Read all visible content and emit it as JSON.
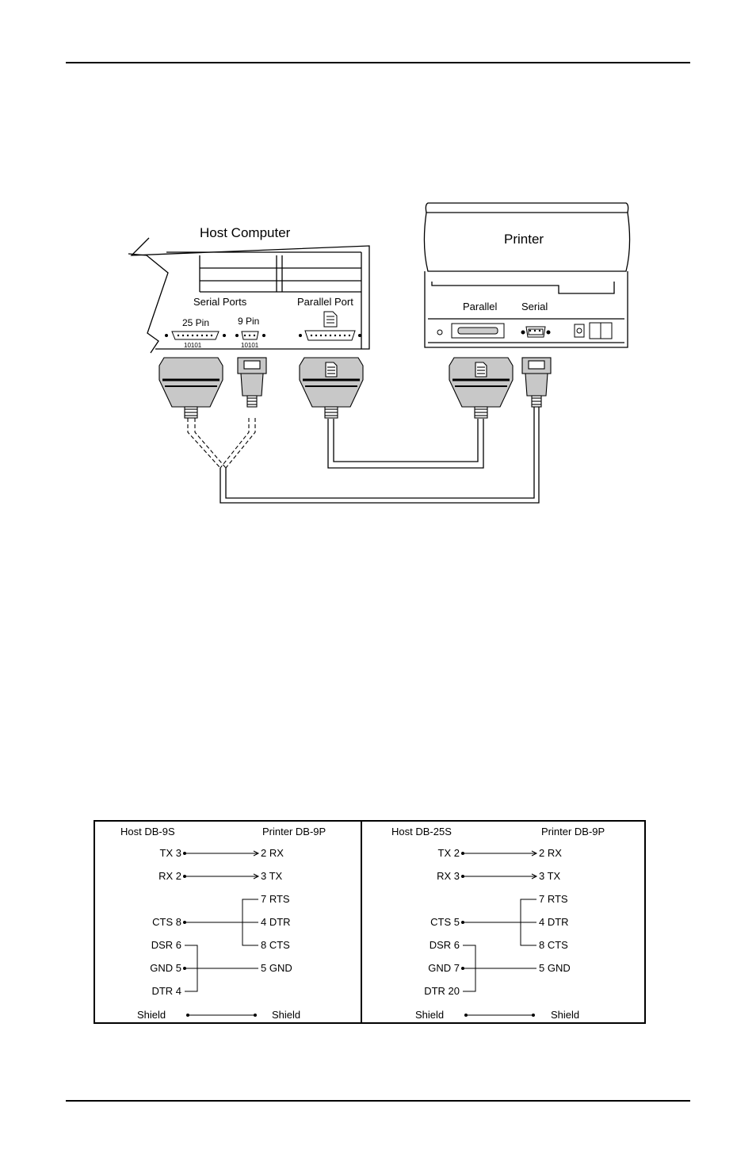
{
  "diagram": {
    "host_title": "Host Computer",
    "serial_ports_label": "Serial Ports",
    "pin25_label": "25 Pin",
    "pin9_label": "9 Pin",
    "pin25_code": "10101",
    "pin9_code": "10101",
    "parallel_port_label": "Parallel Port",
    "printer_title": "Printer",
    "printer_parallel_label": "Parallel",
    "printer_serial_label": "Serial"
  },
  "pinout": {
    "left": {
      "host_header": "Host DB-9S",
      "printer_header": "Printer DB-9P",
      "host_rows": [
        {
          "name": "TX",
          "pin": "3"
        },
        {
          "name": "RX",
          "pin": "2"
        },
        {
          "name": "CTS",
          "pin": "8"
        },
        {
          "name": "DSR",
          "pin": "6"
        },
        {
          "name": "GND",
          "pin": "5"
        },
        {
          "name": "DTR",
          "pin": "4"
        }
      ],
      "printer_rows": [
        {
          "pin": "2",
          "name": "RX"
        },
        {
          "pin": "3",
          "name": "TX"
        },
        {
          "pin": "7",
          "name": "RTS"
        },
        {
          "pin": "4",
          "name": "DTR"
        },
        {
          "pin": "8",
          "name": "CTS"
        },
        {
          "pin": "5",
          "name": "GND"
        }
      ],
      "shield_host": "Shield",
      "shield_printer": "Shield"
    },
    "right": {
      "host_header": "Host DB-25S",
      "printer_header": "Printer DB-9P",
      "host_rows": [
        {
          "name": "TX",
          "pin": "2"
        },
        {
          "name": "RX",
          "pin": "3"
        },
        {
          "name": "CTS",
          "pin": "5"
        },
        {
          "name": "DSR",
          "pin": "6"
        },
        {
          "name": "GND",
          "pin": "7"
        },
        {
          "name": "DTR",
          "pin": "20"
        }
      ],
      "printer_rows": [
        {
          "pin": "2",
          "name": "RX"
        },
        {
          "pin": "3",
          "name": "TX"
        },
        {
          "pin": "7",
          "name": "RTS"
        },
        {
          "pin": "4",
          "name": "DTR"
        },
        {
          "pin": "8",
          "name": "CTS"
        },
        {
          "pin": "5",
          "name": "GND"
        }
      ],
      "shield_host": "Shield",
      "shield_printer": "Shield"
    }
  }
}
